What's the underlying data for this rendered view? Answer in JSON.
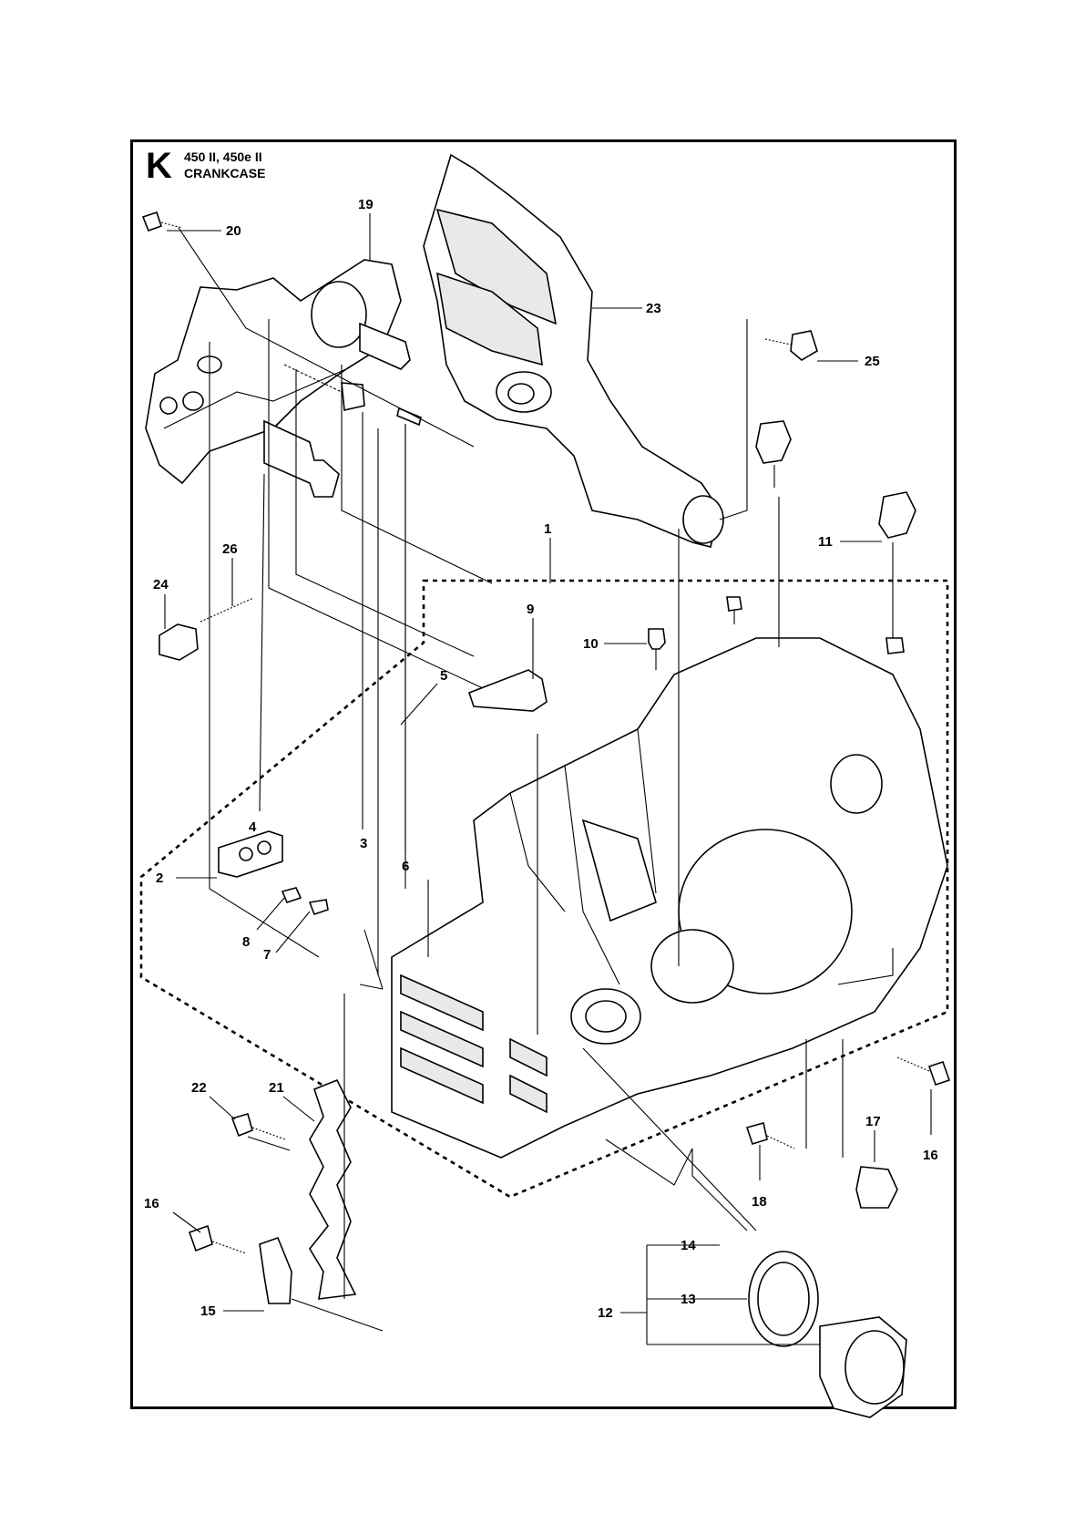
{
  "header": {
    "section_letter": "K",
    "models": "450 II, 450e II",
    "diagram_name": "CRANKCASE"
  },
  "callouts": [
    "1",
    "2",
    "3",
    "4",
    "5",
    "6",
    "7",
    "8",
    "9",
    "10",
    "11",
    "12",
    "13",
    "14",
    "15",
    "16",
    "16",
    "17",
    "18",
    "19",
    "20",
    "21",
    "22",
    "23",
    "24",
    "25",
    "26"
  ]
}
